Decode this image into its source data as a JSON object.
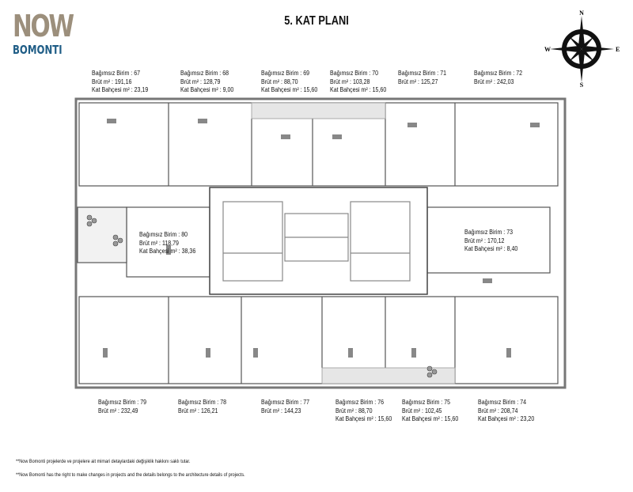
{
  "logo": {
    "line1": "NOW",
    "line2": "BOMONTI"
  },
  "title": "5. KAT PLANI",
  "compass": {
    "n": "N",
    "s": "S",
    "e": "E",
    "w": "W"
  },
  "labels": {
    "unit": "Bağımsız Birim : ",
    "brut": "Brüt m² : ",
    "garden": "Kat Bahçesi m² : "
  },
  "units": {
    "u67": {
      "id": "67",
      "brut": "191,16",
      "garden": "23,19"
    },
    "u68": {
      "id": "68",
      "brut": "128,79",
      "garden": "9,00"
    },
    "u69": {
      "id": "69",
      "brut": "88,70",
      "garden": "15,60"
    },
    "u70": {
      "id": "70",
      "brut": "103,28",
      "garden": "15,60"
    },
    "u71": {
      "id": "71",
      "brut": "125,27"
    },
    "u72": {
      "id": "72",
      "brut": "242,03"
    },
    "u80": {
      "id": "80",
      "brut": "118,79",
      "garden": "38,36"
    },
    "u73": {
      "id": "73",
      "brut": "170,12",
      "garden": "8,40"
    },
    "u79": {
      "id": "79",
      "brut": "232,49"
    },
    "u78": {
      "id": "78",
      "brut": "126,21"
    },
    "u77": {
      "id": "77",
      "brut": "144,23"
    },
    "u76": {
      "id": "76",
      "brut": "88,70",
      "garden": "15,60"
    },
    "u75": {
      "id": "75",
      "brut": "102,45",
      "garden": "15,60"
    },
    "u74": {
      "id": "74",
      "brut": "208,74",
      "garden": "23,20"
    }
  },
  "notes": [
    "**Now Bomonti projelerde ve projelere ait mimari detaylardaki değişiklik hakkını saklı tutar.",
    "**Now Bomonti has the right to make changes in projects and the details belongs to the architecture details of projects."
  ]
}
